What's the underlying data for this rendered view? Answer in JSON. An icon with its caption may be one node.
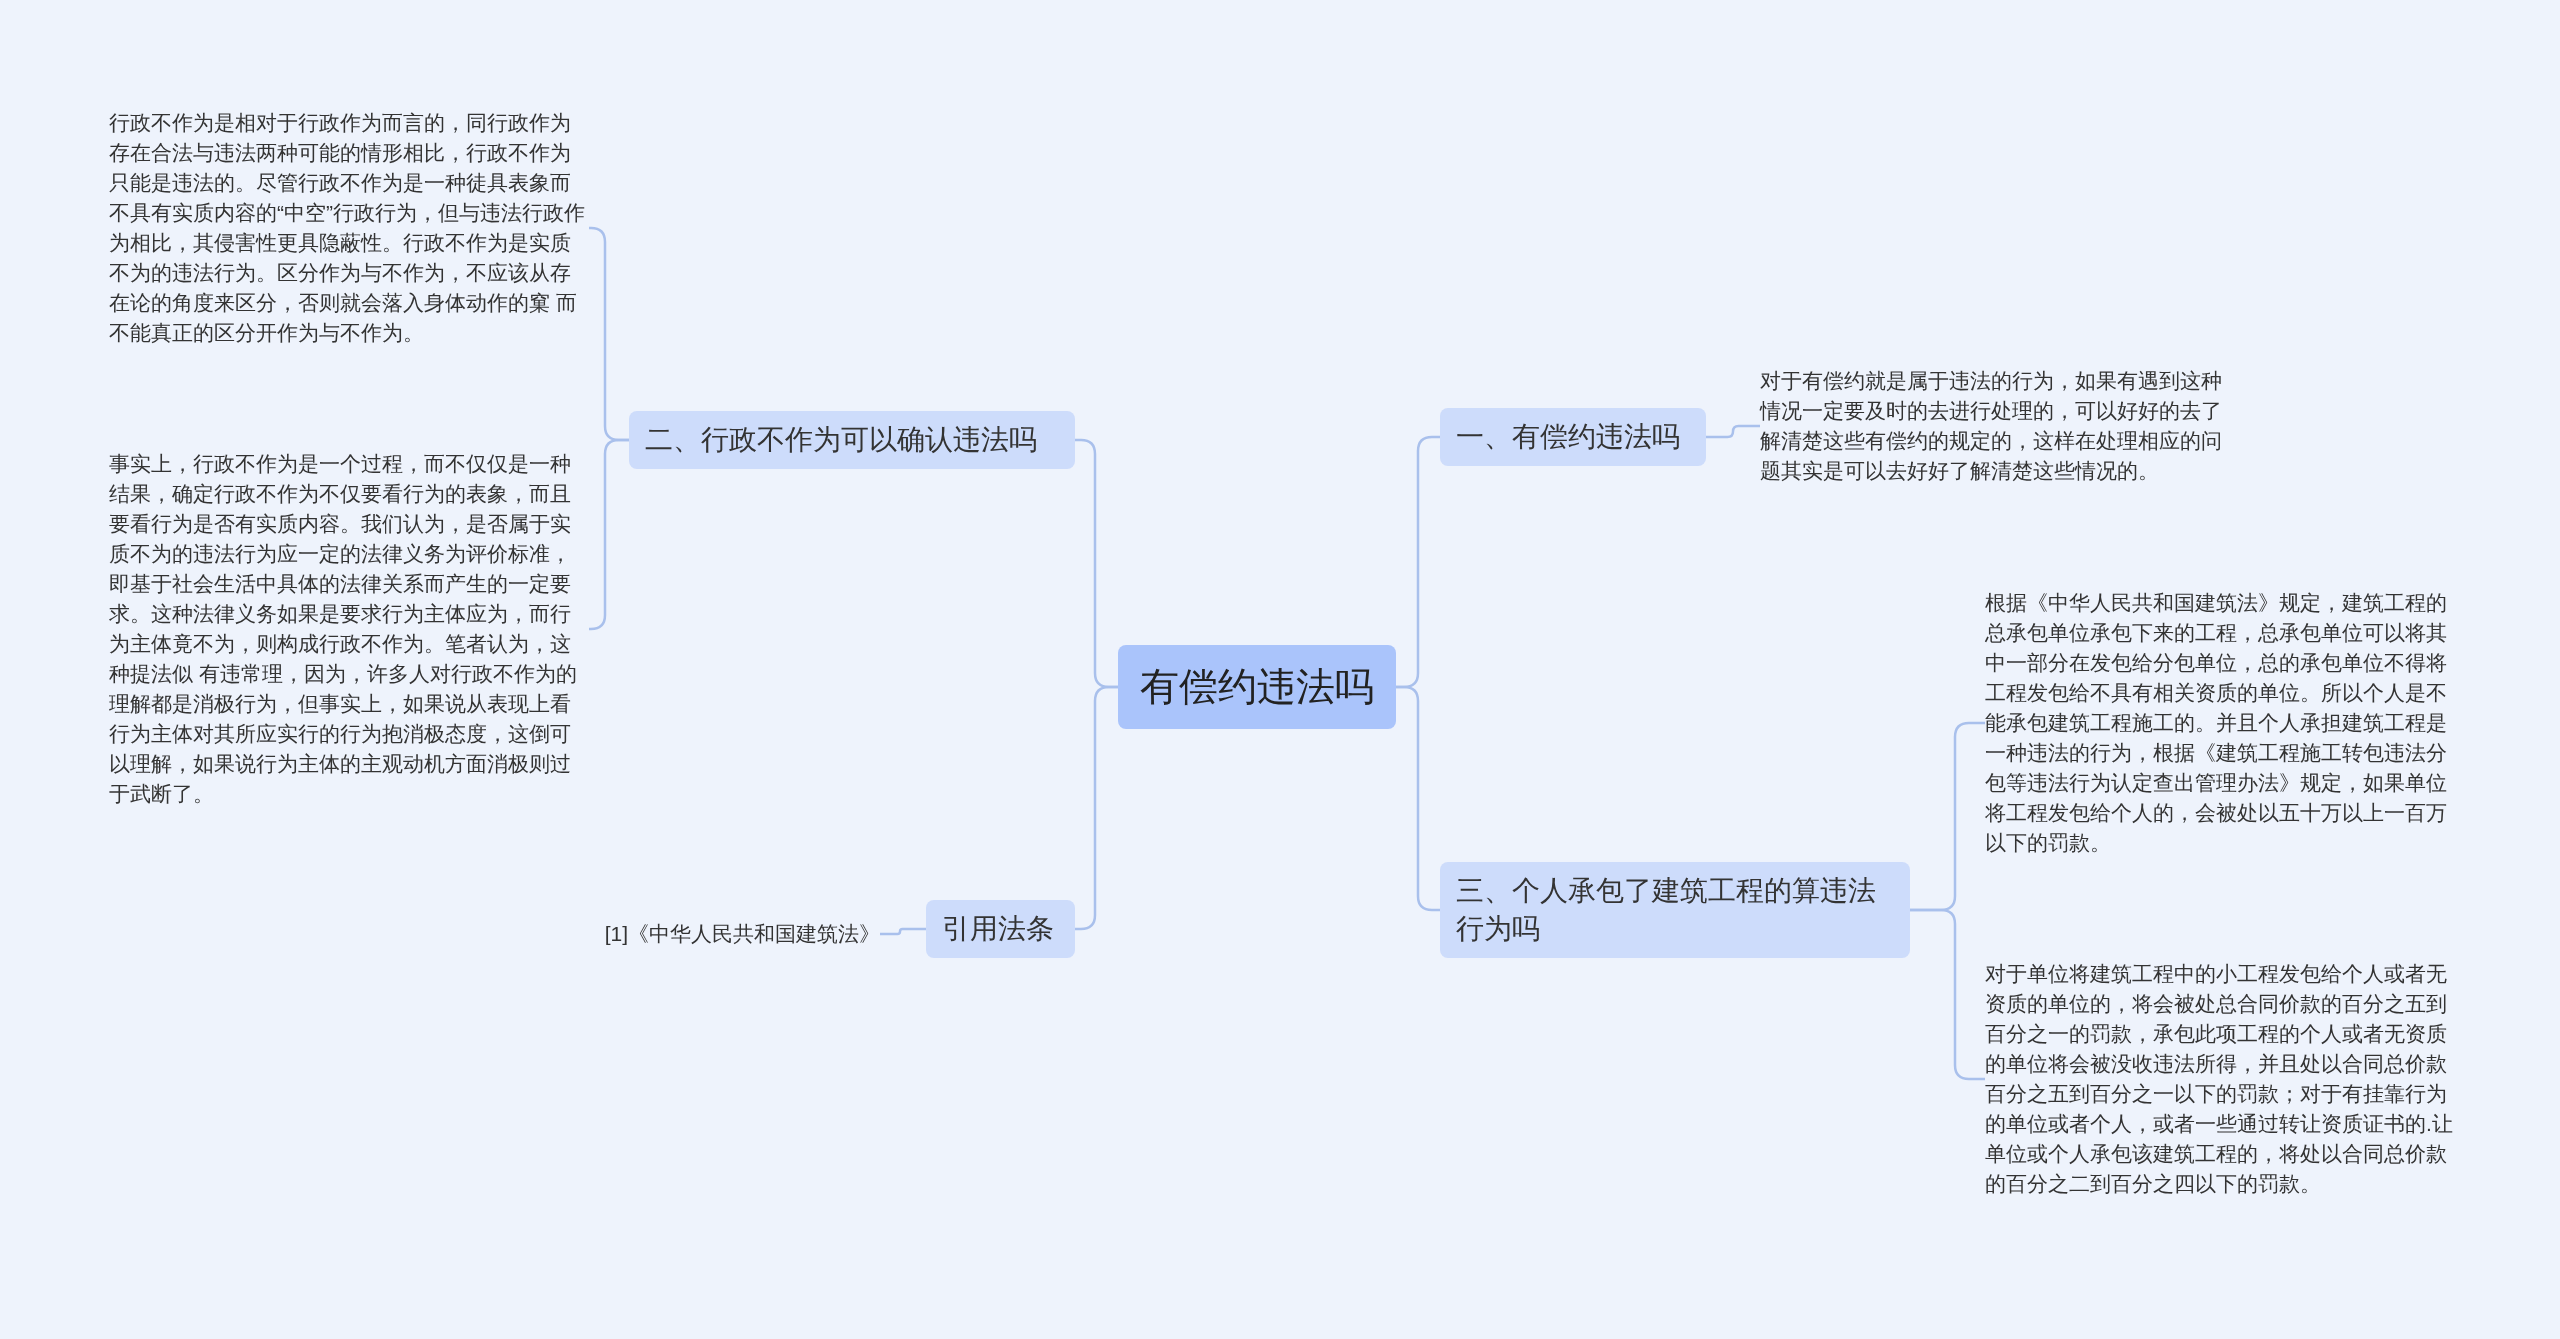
{
  "diagram": {
    "nodes": [
      {
        "text": [
          "有偿约违法吗"
        ]
      },
      {
        "text": [
          "二、行政不作为可以确认违法吗"
        ]
      },
      {
        "text": [
          "行政不作为是相对于行政作为而言的，同行政作为存在合法与违法两种可能的情形相比，行政不作为只能是违法的。尽管行政不作为是一种徒具表象而不具有实质内容的“中空”行政行为，但与违法行政作为相比，其侵害性更具隐蔽性。行政不作为是实质不为的违法行为。区分作为与不作为，不应该从存在论的角度来区分，否则就会落入身体动作的窠 而不能真正的区分开作为与不作为。"
        ]
      },
      {
        "text": [
          "事实上，行政不作为是一个过程，而不仅仅是一种结果，确定行政不作为不仅要看行为的表象，而且要看行为是否有实质内容。我们认为，是否属于实质不为的违法行为应一定的法律义务为评价标准，即基于社会生活中具体的法律关系而产生的一定要求。这种法律义务如果是要求行为主体应为，而行为主体竟不为，则构成行政不作为。笔者认为，这种提法似 有违常理，因为，许多人对行政不作为的理解都是消极行为，但事实上，如果说从表现上看行为主体对其所应实行的行为抱消极态度，这倒可以理解，如果说行为主体的主观动机方面消极则过于武断了。"
        ]
      },
      {
        "text": [
          "引用法条"
        ]
      },
      {
        "text": [
          "[1]《中华人民共和国建筑法》"
        ]
      },
      {
        "text": [
          "一、有偿约违法吗"
        ]
      },
      {
        "text": [
          "对于有偿约就是属于违法的行为，如果有遇到这种情况一定要及时的去进行处理的，可以好好的去了解清楚这些有偿约的规定的，这样在处理相应的问题其实是可以去好好了解清楚这些情况的。"
        ]
      },
      {
        "text": [
          "三、个人承包了建筑工程的算违法行为吗"
        ]
      },
      {
        "text": [
          "根据《中华人民共和国建筑法》规定，建筑工程的总承包单位承包下来的工程，总承包单位可以将其中一部分在发包给分包单位，总的承包单位不得将工程发包给不具有相关资质的单位。所以个人是不能承包建筑工程施工的。并且个人承担建筑工程是一种违法的行为，根据《建筑工程施工转包违法分包等违法行为认定查出管理办法》规定，如果单位将工程发包给个人的，会被处以五十万以上一百万以下的罚款。"
        ]
      },
      {
        "text": [
          "对于单位将建筑工程中的小工程发包给个人或者无资质的单位的，将会被处总合同价款的百分之五到百分之一的罚款，承包此项工程的个人或者无资质的单位将会被没收违法所得，并且处以合同总价款百分之五到百分之一以下的罚款；对于有挂靠行为的单位或者个人，或者一些通过转让资质证书的.让单位或个人承包该建筑工程的，将处以合同总价款的百分之二到百分之四以下的罚款。"
        ]
      }
    ],
    "edges": [
      {
        "from": 0,
        "to": 1,
        "arrow": "none"
      },
      {
        "from": 1,
        "to": 2,
        "arrow": "none"
      },
      {
        "from": 1,
        "to": 3,
        "arrow": "none"
      },
      {
        "from": 0,
        "to": 4,
        "arrow": "none"
      },
      {
        "from": 4,
        "to": 5,
        "arrow": "none"
      },
      {
        "from": 0,
        "to": 6,
        "arrow": "none"
      },
      {
        "from": 6,
        "to": 7,
        "arrow": "none"
      },
      {
        "from": 0,
        "to": 8,
        "arrow": "none"
      },
      {
        "from": 8,
        "to": 9,
        "arrow": "none"
      },
      {
        "from": 8,
        "to": 10,
        "arrow": "none"
      }
    ]
  }
}
